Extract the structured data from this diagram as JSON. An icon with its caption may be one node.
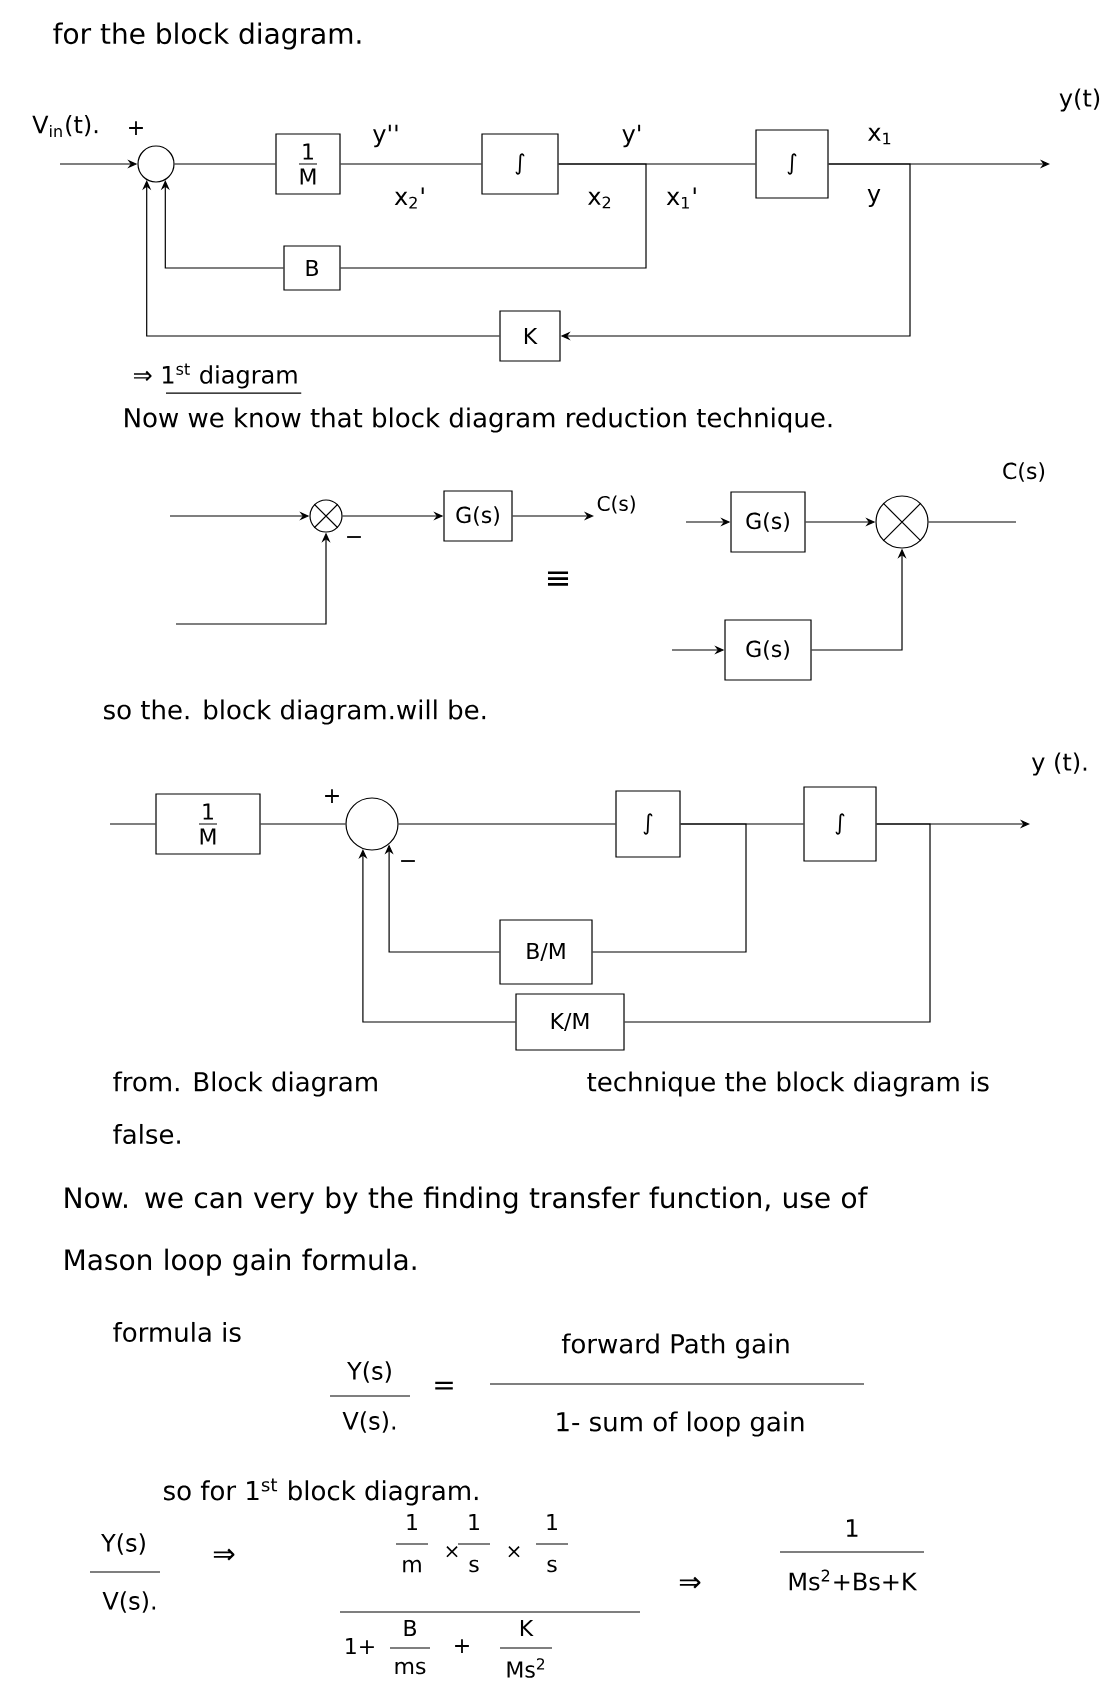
{
  "diagram": {
    "title": "for the block diagram.",
    "nodes": [
      {
        "text": [],
        "shape": "circle"
      },
      {
        "text": [
          "1",
          "M"
        ]
      },
      {
        "text": [
          "∫"
        ]
      },
      {
        "text": [
          "∫"
        ]
      },
      {
        "text": [
          "B"
        ]
      },
      {
        "text": [
          "K"
        ]
      },
      {
        "text": [],
        "shape": "circle"
      },
      {
        "text": [
          "G(s)"
        ]
      },
      {
        "text": [
          "C(s)"
        ]
      },
      {
        "text": [
          "G(s)"
        ]
      },
      {
        "text": [],
        "shape": "circle"
      },
      {
        "text": [
          "G(s)"
        ]
      },
      {
        "text": [
          "1",
          "M"
        ]
      },
      {
        "text": [],
        "shape": "circle"
      },
      {
        "text": [
          "∫"
        ]
      },
      {
        "text": [
          "∫"
        ]
      },
      {
        "text": [
          "B/M"
        ]
      },
      {
        "text": [
          "K/M"
        ]
      }
    ],
    "edges": [
      {
        "from": null,
        "to": 0,
        "arrow": "to"
      },
      {
        "from": 0,
        "to": 1,
        "arrow": "none"
      },
      {
        "from": 1,
        "to": 2,
        "arrow": "none"
      },
      {
        "from": 2,
        "to": 3,
        "arrow": "none"
      },
      {
        "from": 3,
        "to": null,
        "arrow": "to"
      },
      {
        "from": 2,
        "to": 4,
        "arrow": "none"
      },
      {
        "from": 4,
        "to": 0,
        "arrow": "to"
      },
      {
        "from": 3,
        "to": 5,
        "arrow": "to"
      },
      {
        "from": 5,
        "to": 0,
        "arrow": "to"
      },
      {
        "from": null,
        "to": 6,
        "arrow": "to"
      },
      {
        "from": null,
        "to": 6,
        "arrow": "to"
      },
      {
        "from": 6,
        "to": 7,
        "arrow": "to"
      },
      {
        "from": 7,
        "to": 8,
        "arrow": "to"
      },
      {
        "from": null,
        "to": 9,
        "arrow": "to"
      },
      {
        "from": 9,
        "to": 10,
        "arrow": "to"
      },
      {
        "from": null,
        "to": 11,
        "arrow": "to"
      },
      {
        "from": 11,
        "to": 10,
        "arrow": "to"
      },
      {
        "from": 10,
        "to": null,
        "arrow": "none"
      },
      {
        "from": null,
        "to": 12,
        "arrow": "none"
      },
      {
        "from": 12,
        "to": 13,
        "arrow": "none"
      },
      {
        "from": 13,
        "to": 14,
        "arrow": "none"
      },
      {
        "from": 14,
        "to": 15,
        "arrow": "none"
      },
      {
        "from": 15,
        "to": null,
        "arrow": "to"
      },
      {
        "from": 14,
        "to": 16,
        "arrow": "none"
      },
      {
        "from": 16,
        "to": 13,
        "arrow": "to"
      },
      {
        "from": 15,
        "to": 17,
        "arrow": "none"
      },
      {
        "from": 17,
        "to": 13,
        "arrow": "to"
      }
    ],
    "labels": [
      "y(t)",
      "V$_{in}$(t).",
      "+",
      "y''",
      "y'",
      "x$_{1}$",
      "x$_{2}$'",
      "x$_{2}$",
      "x$_{1}$'",
      "y",
      "⇒ 1$^{st}$ diagram",
      "Now we know that block diagram reduction technique.",
      "C(s)",
      "−",
      "≡",
      "so the. block diagram.will be.",
      "y (t).",
      "+",
      "−",
      "from. Block diagram",
      "technique the block diagram is",
      "false.",
      "Now. we can very by the finding transfer function, use of Mason loop gain formula.",
      "formula is",
      "Y(s)",
      "V(s).",
      "=",
      "forward Path gain",
      "1- sum of loop gain",
      "so for 1$^{st}$ block diagram.",
      "Y(s)",
      "V(s).",
      "⇒",
      "1",
      "m",
      "×",
      "1",
      "s",
      "×",
      "1",
      "s",
      "1+",
      "B",
      "ms",
      "+",
      "K",
      "Ms$^{2}$",
      "⇒",
      "1",
      "Ms$^{2}$+Bs+K"
    ]
  }
}
